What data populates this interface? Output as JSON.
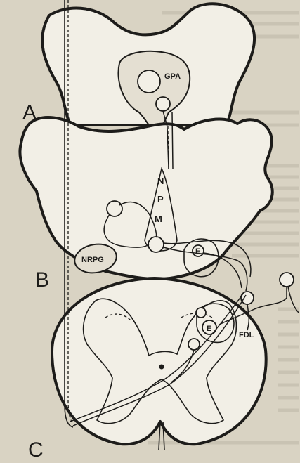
{
  "figure": {
    "sections": {
      "a": "A",
      "b": "B",
      "c": "C"
    },
    "nuclei": {
      "gpa": "GPA",
      "nrpg": "NRPG",
      "npm": [
        "N",
        "P",
        "M"
      ],
      "e_upper": "E",
      "e_lower": "E",
      "fdl": "FDL"
    }
  }
}
